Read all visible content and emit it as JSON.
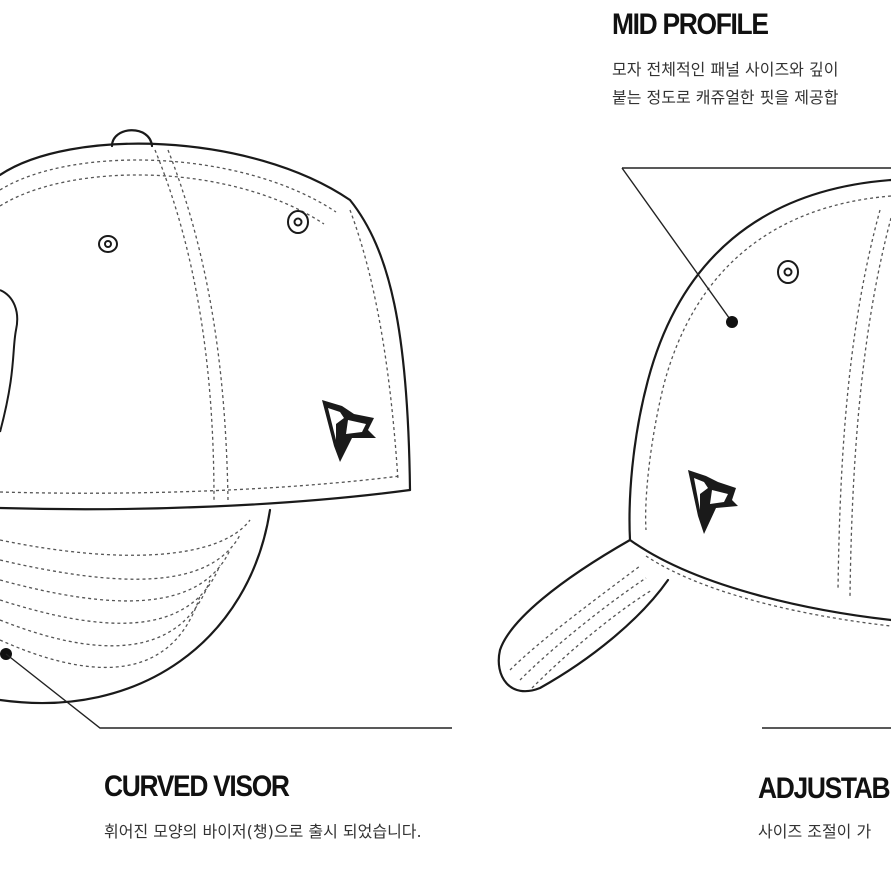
{
  "features": [
    {
      "key": "mid_profile",
      "title": "MID PROFILE",
      "description_lines": [
        "모자 전체적인 패널 사이즈와 깊이",
        "붙는 정도로 캐쥬얼한 핏을 제공합"
      ]
    },
    {
      "key": "curved_visor",
      "title": "CURVED VISOR",
      "description_lines": [
        "휘어진 모양의 바이저(챙)으로 출시 되었습니다."
      ]
    },
    {
      "key": "adjustable",
      "title": "ADJUSTAB",
      "description_lines": [
        "사이즈 조절이 가"
      ]
    }
  ],
  "illustrations": {
    "front_view": "baseball-cap-front-line-drawing",
    "side_view": "baseball-cap-side-line-drawing",
    "logo": "new-era-flag-logo",
    "line_color": "#1a1a1a",
    "stitch_color": "#555555",
    "background": "#ffffff"
  }
}
